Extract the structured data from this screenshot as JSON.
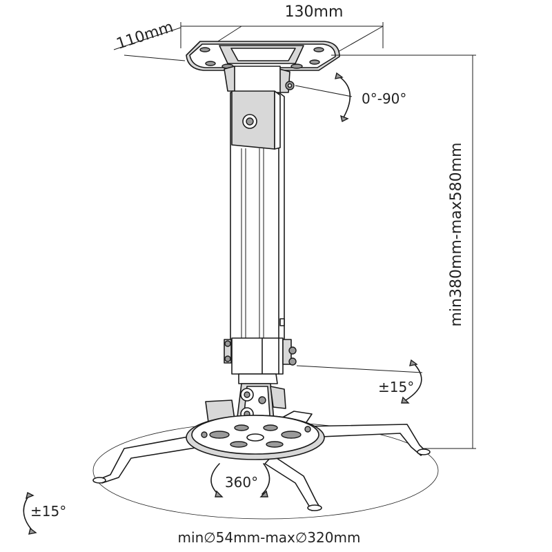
{
  "labels": {
    "plate_width": "130mm",
    "plate_depth": "110mm",
    "tilt_top": "0°-90°",
    "height_range": "min380mm-max580mm",
    "tilt_mid": "±15°",
    "rotation": "360°",
    "tilt_bottom": "±15°",
    "arm_range": "min∅54mm-max∅320mm"
  },
  "colors": {
    "line": "#1a1a1a",
    "metal_light": "#d8d8d8",
    "metal_dark": "#9a9a9a",
    "background": "#ffffff"
  }
}
